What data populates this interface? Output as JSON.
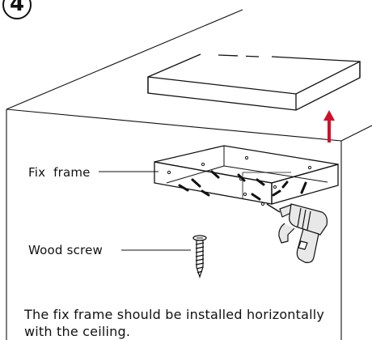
{
  "step_number": "4",
  "labels": {
    "fix_frame": "Fix  frame",
    "wood_screw": "Wood screw"
  },
  "note": "The fix frame should be installed horizontally with the ceiling.",
  "colors": {
    "line": "#111111",
    "arrow": "#d0102a",
    "drill_body": "#e8e8e8"
  }
}
